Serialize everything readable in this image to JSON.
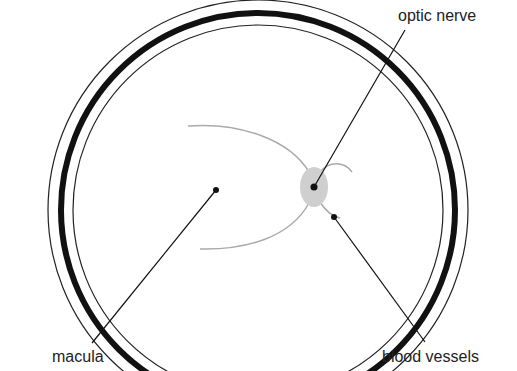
{
  "diagram": {
    "labels": [
      "optic nerve",
      "macula",
      "blood vessels"
    ]
  }
}
